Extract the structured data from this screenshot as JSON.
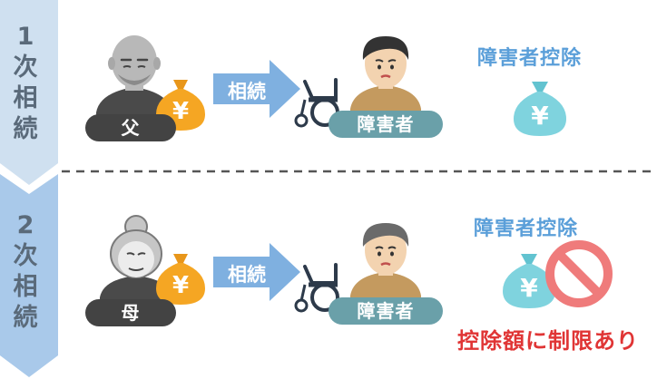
{
  "stages": [
    {
      "label": "1\n次\n相\n続",
      "parent_label": "父",
      "arrow_label": "相続",
      "heir_label": "障害者",
      "deduction_label": "障害者控除",
      "limit_note": ""
    },
    {
      "label": "2\n次\n相\n続",
      "parent_label": "母",
      "arrow_label": "相続",
      "heir_label": "障害者",
      "deduction_label": "障害者控除",
      "limit_note": "控除額に制限あり"
    }
  ],
  "colors": {
    "stage_bar": "#cfe0f0",
    "stage_bar_2": "#a9c9ea",
    "arrow": "#7fb0e0",
    "pill_parent": "#434343",
    "pill_heir": "#6aa0a9",
    "money_bag_orange": "#f5a623",
    "money_bag_cyan": "#7fd3de",
    "deduction_text": "#5b9fd9",
    "prohibition": "#ef7b7b",
    "limit_text": "#e03535"
  },
  "icons": [
    "father-icon",
    "mother-icon",
    "money-bag-icon",
    "wheelchair-icon",
    "heir-icon",
    "prohibition-icon"
  ]
}
